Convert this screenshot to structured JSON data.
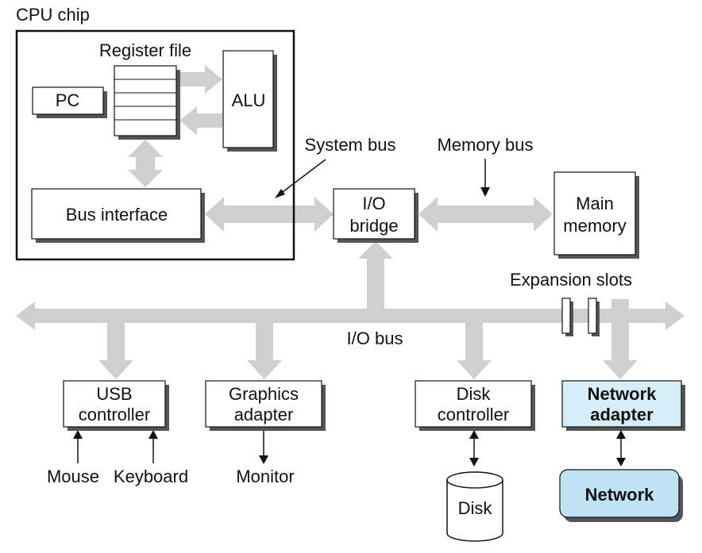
{
  "cpu": {
    "title": "CPU chip",
    "register_file": "Register file",
    "pc": "PC",
    "alu": "ALU",
    "bus_interface": "Bus interface"
  },
  "buses": {
    "system_bus": "System bus",
    "memory_bus": "Memory bus",
    "io_bus": "I/O bus",
    "expansion_slots": "Expansion slots"
  },
  "io_bridge": [
    "I/O",
    "bridge"
  ],
  "main_memory": [
    "Main",
    "memory"
  ],
  "devices": {
    "usb": [
      "USB",
      "controller"
    ],
    "graphics": [
      "Graphics",
      "adapter"
    ],
    "disk_controller": [
      "Disk",
      "controller"
    ],
    "network_adapter": [
      "Network",
      "adapter"
    ],
    "mouse": "Mouse",
    "keyboard": "Keyboard",
    "monitor": "Monitor",
    "disk": "Disk",
    "network": "Network"
  },
  "colors": {
    "bus_gray": "#c8c8c8",
    "arrow_gray": "#d0d0d0",
    "highlight_fill": "#d6eef8",
    "highlight_fill_dark": "#bfe3f3",
    "shadow": "#7a7a7a"
  }
}
